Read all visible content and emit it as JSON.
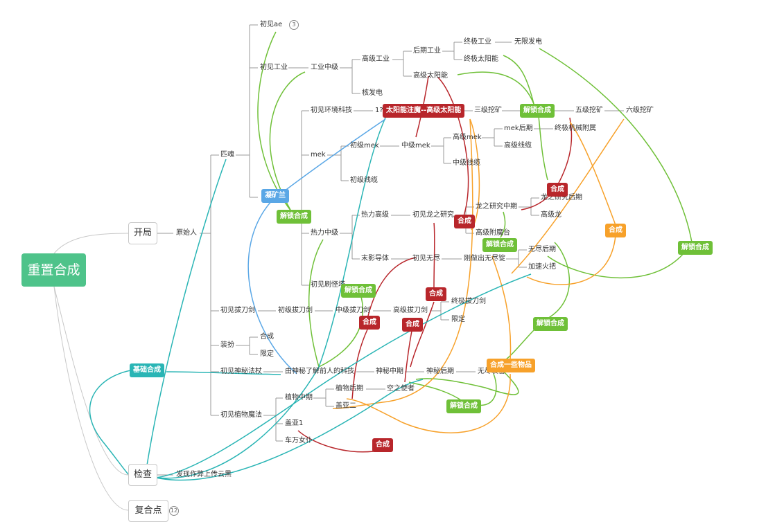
{
  "root": {
    "label": "重置合成"
  },
  "top_nodes": {
    "kaiju": "开局",
    "jiancha": "检查",
    "fuhe": "复合点",
    "fuhe_badge": "12"
  },
  "nodes": {
    "yuanshiren": "原始人",
    "chujian_ae": "初见ae",
    "ae_badge": "3",
    "chujian_gongye": "初见工业",
    "gongye_zhongji": "工业中级",
    "gaoji_gongye": "高级工业",
    "houqi_gongye": "后期工业",
    "zhongji_gongye": "终极工业",
    "wuxian_fadian": "无限发电",
    "zhongji_taiyangneng": "终极太阳能",
    "gaoji_taiyangneng": "高级太阳能",
    "hefadian": "核发电",
    "quhun": "匹魂",
    "chujian_huanjing": "初见环境科技",
    "huanjing_num": "1?",
    "sanji_wakuang": "三级挖矿",
    "wuji_wakuang": "五级挖矿",
    "liuji_wakuang": "六级挖矿",
    "mek": "mek",
    "chuji_mek": "初级mek",
    "zhongji_mek": "中级mek",
    "gaoji_mek": "高级mek",
    "mek_houqi": "mek后期",
    "zhongji_jixie": "终极机械附属",
    "gaoji_xianlan": "高级线缆",
    "zhongji_xianlan": "中级线缆",
    "chuji_xianlan": "初级线缆",
    "reli_zhongji": "热力中级",
    "reli_gaoji": "热力高级",
    "chujian_longzhi": "初见龙之研究",
    "longzhi_zhongqi": "龙之研究中期",
    "longzhi_houqi": "龙之研究后期",
    "gaoji_long": "高级龙",
    "gaoji_fumo": "高级附魔台",
    "wujin_houqi": "无尽后期",
    "jiasu_huoba": "加速火把",
    "moying_fuzhe": "末影导体",
    "chujian_wujin": "初见无尽",
    "ganggang_wujinjian": "刚做出无尽锭",
    "chujian_guaiwu": "初见刷怪塔",
    "chujian_badao": "初见拔刀剑",
    "chuji_badao": "初级拔刀剑",
    "zhongji_badao": "中级拔刀剑",
    "gaoji_badao": "高级拔刀剑",
    "zhongji_badao2": "终极拔刀剑",
    "xianding1": "限定",
    "zhuangban": "装扮",
    "hecheng_child": "合成",
    "xianding2": "限定",
    "chujian_shenmi": "初见神秘法杖",
    "shenmi_keji": "由神秘了解前人的科技",
    "shenmi_zhongqi": "神秘中期",
    "shenmi_houqi": "神秘后期",
    "wujin_zhuangbei": "无尽装备",
    "chujian_zhiwu": "初见植物魔法",
    "zhiwu_zhongqi": "植物中期",
    "zhiwu_houqi": "植物后期",
    "kongzhi_shizhe": "空之使者",
    "gaiya2": "盖亚二",
    "gaiya1": "盖亚1",
    "cheswan": "车万女仆",
    "faxian": "发现作弊上传云黑"
  },
  "tags": {
    "taiyangneng_hecheng": "太阳能注魔--高级太阳能",
    "ningkuanglan": "凝矿兰",
    "jiesuo_hecheng": "解锁合成",
    "hecheng": "合成",
    "hecheng_yixie": "合成一些物品",
    "jichu_hecheng": "基础合成"
  },
  "colors": {
    "root": "#4ec38a",
    "red": "#b8262b",
    "green": "#6fc038",
    "orange": "#f7a12a",
    "teal": "#2ab5b5",
    "blue": "#5aa7e6",
    "gray_line": "#999999"
  }
}
